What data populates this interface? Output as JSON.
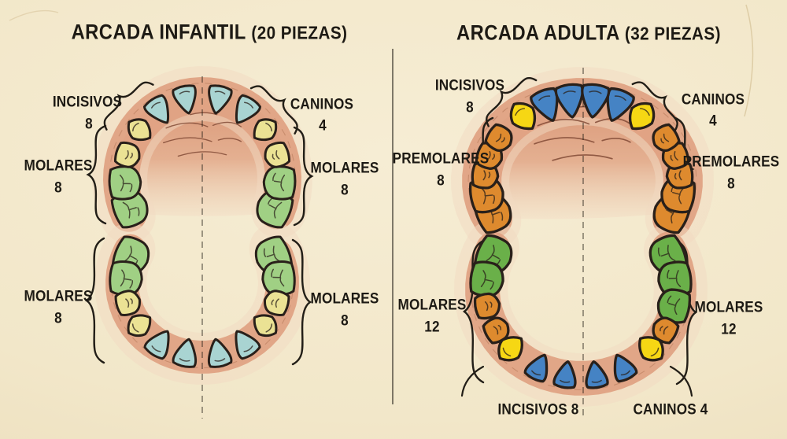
{
  "infant": {
    "title": "ARCADA INFANTIL",
    "pieces": "(20 PIEZAS)",
    "labels": {
      "incisors": {
        "text": "INCISIVOS",
        "count": "8"
      },
      "canines": {
        "text": "CANINOS",
        "count": "4"
      },
      "molars_upper_left": {
        "text": "MOLARES",
        "count": "8"
      },
      "molars_upper_right": {
        "text": "MOLARES",
        "count": "8"
      },
      "molars_lower_left": {
        "text": "MOLARES",
        "count": "8"
      },
      "molars_lower_right": {
        "text": "MOLARES",
        "count": "8"
      }
    },
    "upper_teeth": [
      "m:pale_green",
      "m:pale_green",
      "p:pale_yellow",
      "c:pale_yellow",
      "i:pale_blue",
      "i:pale_blue",
      "i:pale_blue",
      "i:pale_blue",
      "c:pale_yellow",
      "p:pale_yellow",
      "m:pale_green",
      "m:pale_green"
    ],
    "lower_teeth": [
      "m:pale_green",
      "m:pale_green",
      "p:pale_yellow",
      "c:pale_yellow",
      "i:pale_blue",
      "i:pale_blue",
      "i:pale_blue",
      "i:pale_blue",
      "c:pale_yellow",
      "p:pale_yellow",
      "m:pale_green",
      "m:pale_green"
    ]
  },
  "adult": {
    "title": "ARCADA ADULTA",
    "pieces": "(32 PIEZAS)",
    "labels": {
      "incisors": {
        "text": "INCISIVOS",
        "count": "8"
      },
      "canines": {
        "text": "CANINOS",
        "count": "4"
      },
      "premolars_left": {
        "text": "PREMOLARES",
        "count": "8"
      },
      "premolars_right": {
        "text": "PREMOLARES",
        "count": "8"
      },
      "molars_left": {
        "text": "MOLARES",
        "count": "12"
      },
      "molars_right": {
        "text": "MOLARES",
        "count": "12"
      },
      "bottom_incisors": "INCISIVOS 8",
      "bottom_canines": "CANINOS 4"
    },
    "upper_teeth": [
      "m:orange",
      "m:orange",
      "p:orange",
      "p:orange",
      "p:orange",
      "c:yellow",
      "i:blue",
      "i:blue",
      "i:blue",
      "i:blue",
      "c:yellow",
      "p:orange",
      "p:orange",
      "p:orange",
      "m:orange",
      "m:orange"
    ],
    "lower_teeth": [
      "m:green",
      "m:green",
      "p:orange",
      "p:orange",
      "c:yellow",
      "i:blue",
      "i:blue",
      "i:blue",
      "i:blue",
      "c:yellow",
      "p:orange",
      "m:green",
      "m:green",
      "m:green"
    ]
  },
  "colors": {
    "paper": "#f2e7c9",
    "ink": "#221e17",
    "tooth_outline": "#29201a",
    "gum_band": "#e0a181",
    "palate_top": "#d68e6e",
    "palate_fade": "#f2d9c2",
    "wrinkle": "#7c4531",
    "gum_sketch": "#a26747",
    "crease": "#d8c59c",
    "teeth": {
      "pale_blue": "#a9d4d2",
      "pale_yellow": "#ebe294",
      "pale_green": "#a0d084",
      "blue": "#4583c4",
      "yellow": "#f6d714",
      "orange": "#de8a2e",
      "green": "#6ab049"
    }
  }
}
